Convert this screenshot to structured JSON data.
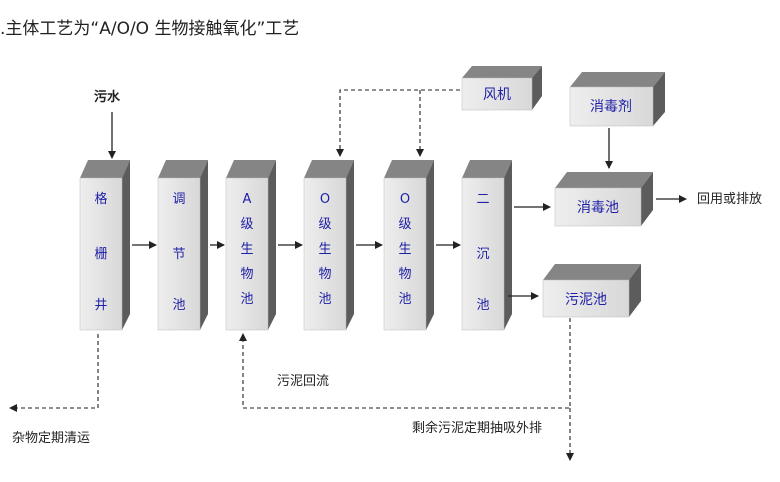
{
  "title": ".主体工艺为“A/O/O 生物接触氧化”工艺",
  "units": {
    "grille": [
      "格",
      "栅",
      "井"
    ],
    "regulate": [
      "调",
      "节",
      "池"
    ],
    "a_bio": [
      "A",
      "级",
      "生",
      "物",
      "池"
    ],
    "o_bio1": [
      "O",
      "级",
      "生",
      "物",
      "池"
    ],
    "o_bio2": [
      "O",
      "级",
      "生",
      "物",
      "池"
    ],
    "secondary": [
      "二",
      "沉",
      "池"
    ],
    "blower": "风机",
    "disinfectant": "消毒剂",
    "disinfect_tank": "消毒池",
    "sludge_tank": "污泥池"
  },
  "labels": {
    "sewage_in": "污水",
    "reuse_discharge": "回用或排放",
    "sludge_return": "污泥回流",
    "sundries": "杂物定期清运",
    "excess_sludge": "剩余污泥定期抽吸外排"
  }
}
